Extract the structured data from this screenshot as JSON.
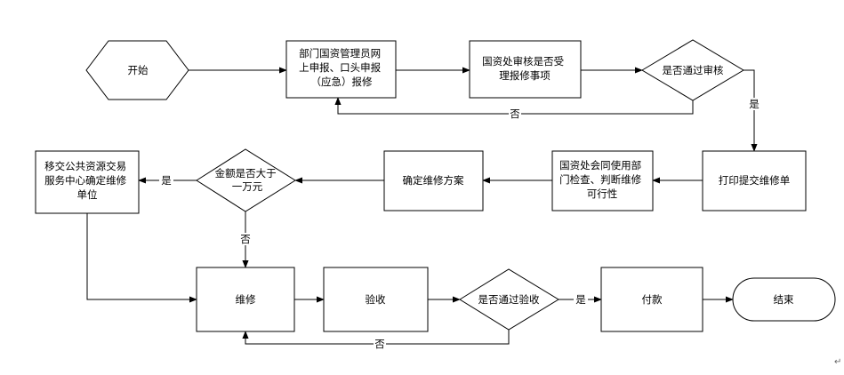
{
  "nodes": {
    "start": [
      "开始"
    ],
    "report": [
      "部门国资管理员网",
      "上申报、口头申报",
      "（应急）报修"
    ],
    "review": [
      "国资处审核是否受",
      "理报修事项"
    ],
    "approve": [
      "是否通过审核"
    ],
    "print": [
      "打印提交维修单"
    ],
    "inspect": [
      "国资处会同使用部",
      "门检查、判断维修",
      "可行性"
    ],
    "plan": [
      "确定维修方案"
    ],
    "amount": [
      "金额是否大于",
      "一万元"
    ],
    "transfer": [
      "移交公共资源交易",
      "服务中心确定维修",
      "单位"
    ],
    "repair": [
      "维修"
    ],
    "accept": [
      "验收"
    ],
    "pass": [
      "是否通过验收"
    ],
    "pay": [
      "付款"
    ],
    "end": [
      "结束"
    ]
  },
  "edges": {
    "yes": "是",
    "no": "否"
  },
  "paragraph_mark": "↵",
  "colors": {
    "stroke": "#000000",
    "fill": "#ffffff"
  }
}
